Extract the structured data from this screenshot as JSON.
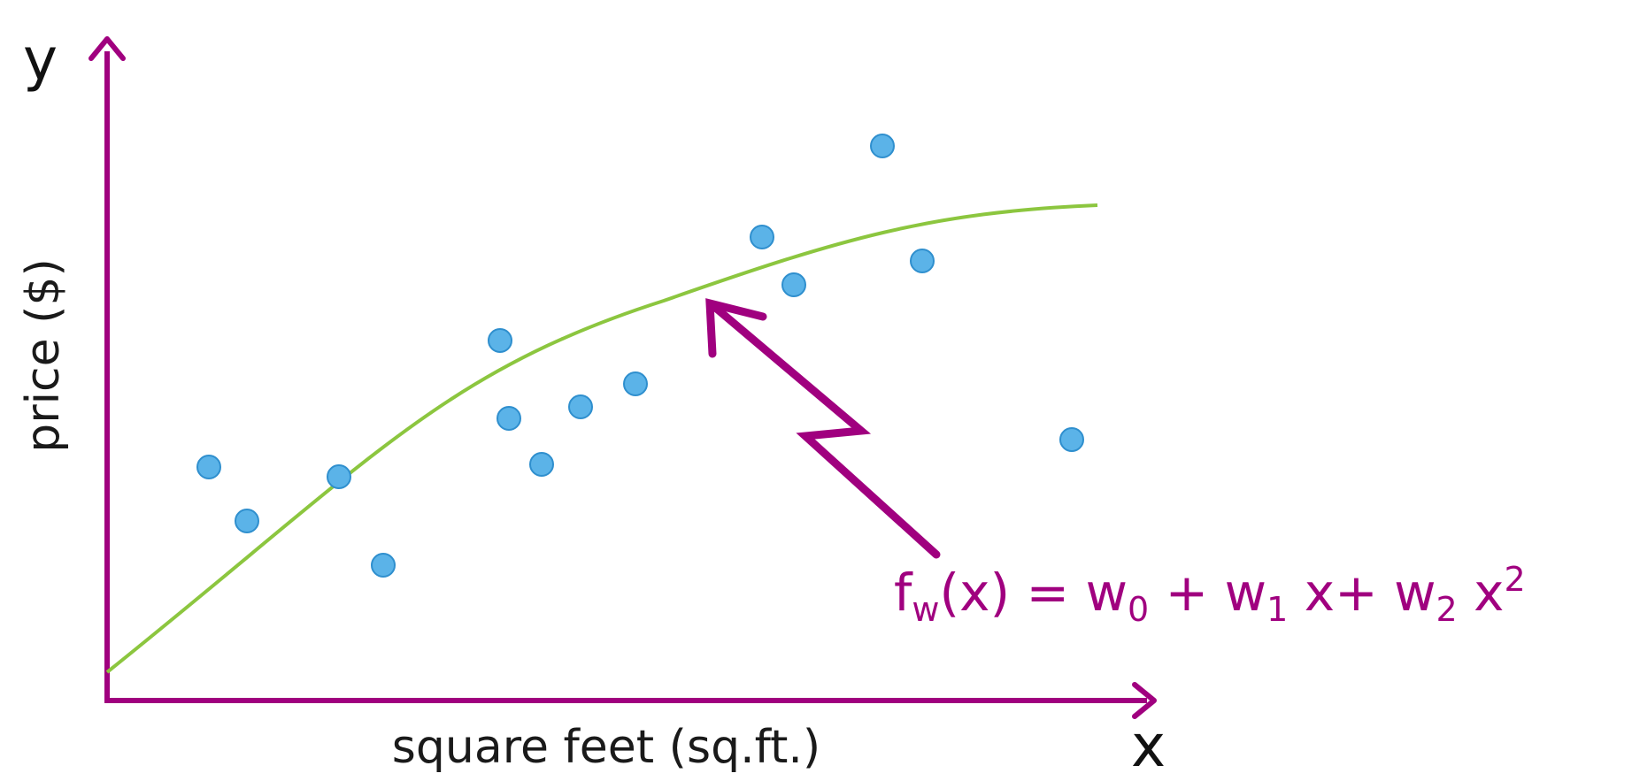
{
  "colors": {
    "axis": "#a0007f",
    "curve": "#8cc63f",
    "point_fill": "#5bb3e8",
    "point_stroke": "#2f8fce",
    "formula": "#a0007f",
    "text": "#1a1a1a"
  },
  "labels": {
    "y_letter": "y",
    "x_letter": "x",
    "y_axis": "price ($)",
    "x_axis": "square feet (sq.ft.)"
  },
  "formula": {
    "f": "f",
    "f_sub": "w",
    "arg": "(x) = w",
    "w0_sub": "0",
    "plus1": " + w",
    "w1_sub": "1",
    "x1": " x+ w",
    "w2_sub": "2",
    "x2": " x",
    "x2_sup": "2"
  },
  "icons": {
    "annotation_arrow": "lightning-arrow-icon"
  }
}
